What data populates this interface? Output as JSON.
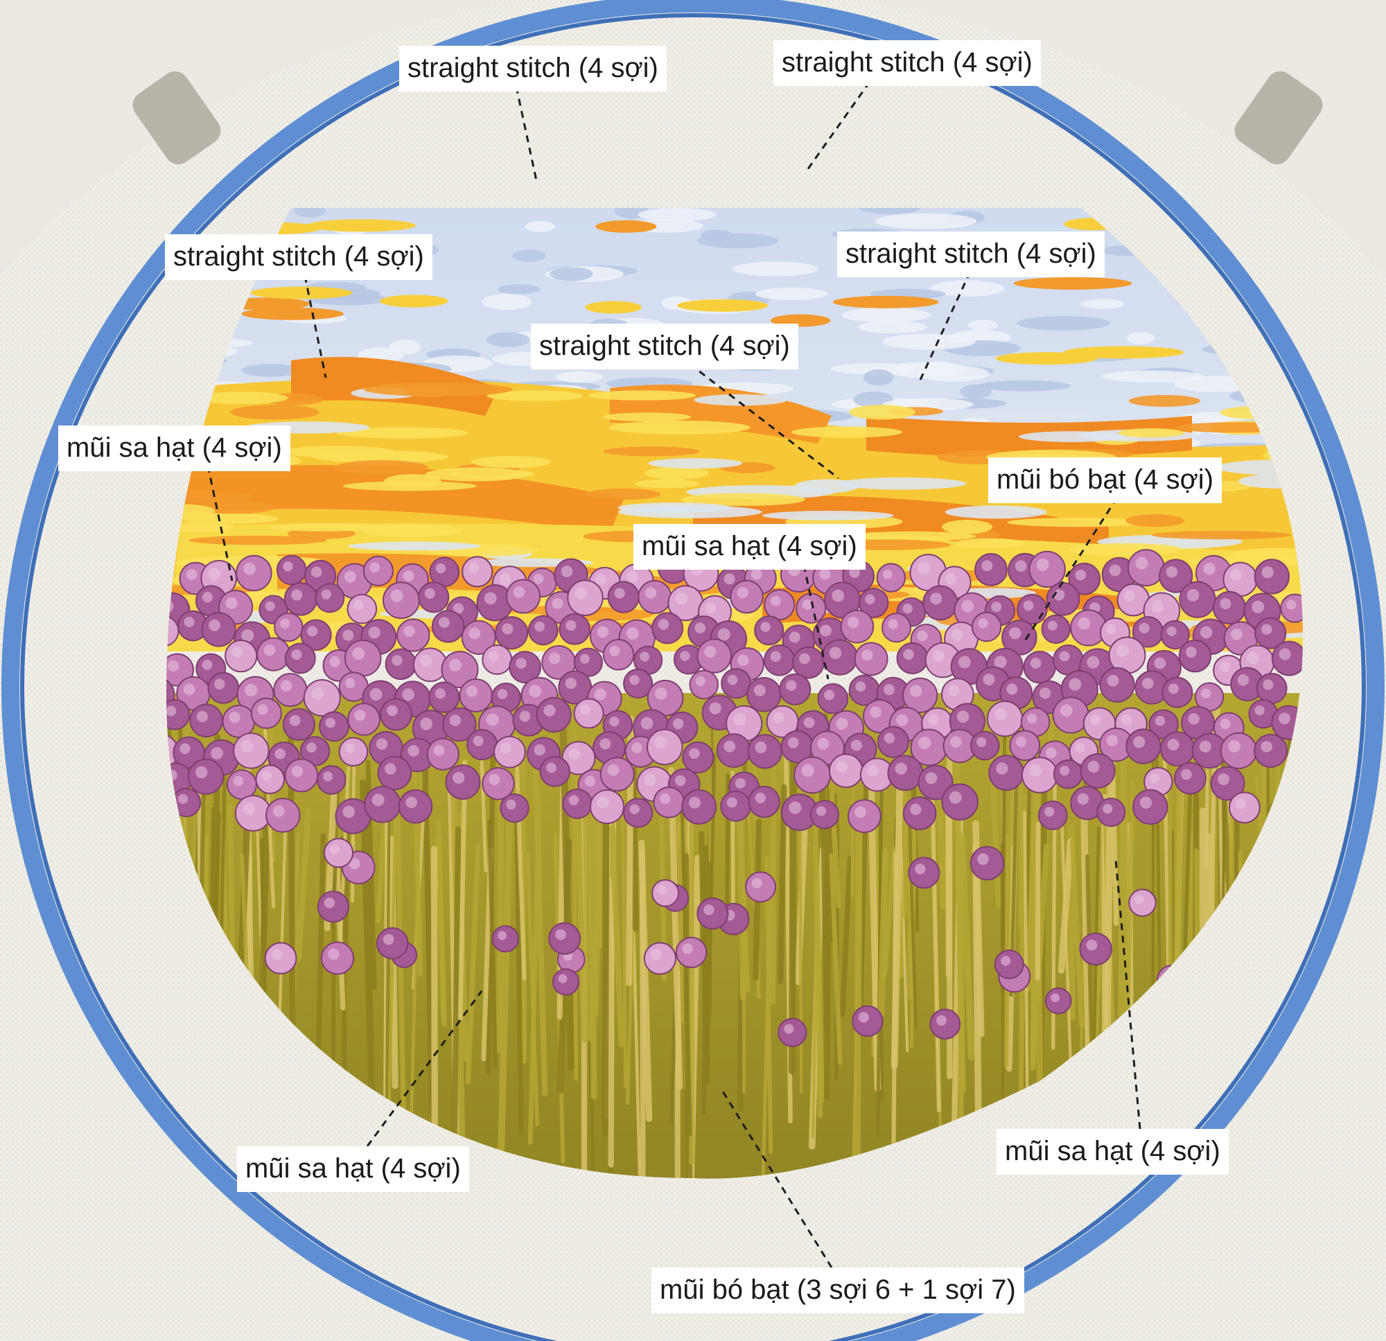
{
  "callouts": [
    {
      "id": "c1",
      "label": "straight stitch (4 sợi)"
    },
    {
      "id": "c2",
      "label": "straight stitch (4 sợi)"
    },
    {
      "id": "c3",
      "label": "straight stitch (4 sợi)"
    },
    {
      "id": "c4",
      "label": "straight stitch (4 sợi)"
    },
    {
      "id": "c5",
      "label": "straight stitch (4 sợi)"
    },
    {
      "id": "c6",
      "label": "mũi sa hạt (4 sợi)"
    },
    {
      "id": "c7",
      "label": "mũi bó bạt (4 sợi)"
    },
    {
      "id": "c8",
      "label": "mũi sa hạt (4 sợi)"
    },
    {
      "id": "c9",
      "label": "mũi sa hạt (4 sợi)"
    },
    {
      "id": "c10",
      "label": "mũi sa hạt (4 sợi)"
    },
    {
      "id": "c11",
      "label": "mũi bó bạt (3 sợi 6 + 1 sợi 7)"
    }
  ],
  "colors": {
    "fabric": "#f1efe9",
    "hoop": "#5f8fd2",
    "sky": "#c9d6ec",
    "sunset_yellow": "#f7d640",
    "sunset_orange": "#f08a22",
    "flowers": "#a45a94",
    "flowers_light": "#d49ac6",
    "grass": "#a79a2c"
  }
}
